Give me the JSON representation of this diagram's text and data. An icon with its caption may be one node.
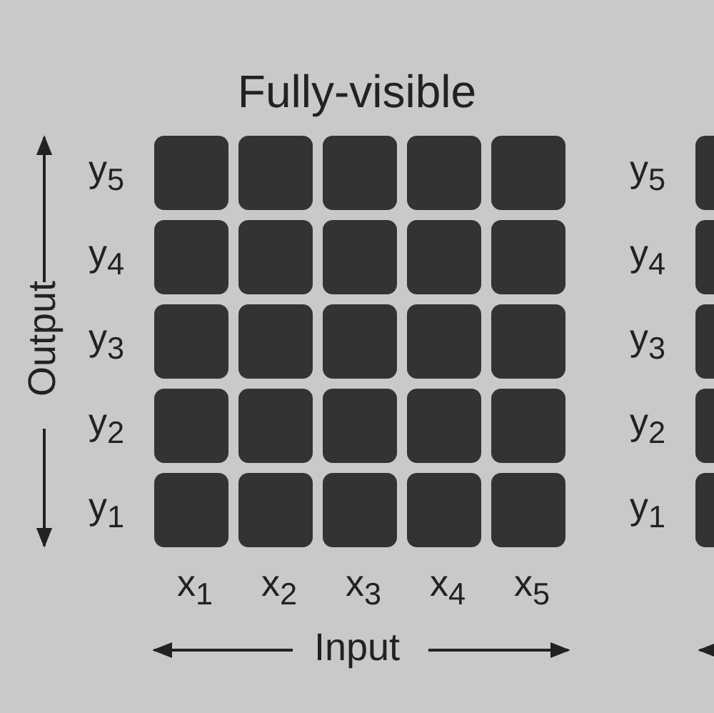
{
  "diagram": {
    "title": "Fully-visible",
    "labels": [
      "Output",
      "y$_{5}$",
      "y$_{4}$",
      "y$_{3}$",
      "y$_{2}$",
      "y$_{1}$",
      "x$_{1}$",
      "x$_{2}$",
      "x$_{3}$",
      "x$_{4}$",
      "x$_{5}$",
      "Input",
      "y$_{5}$",
      "y$_{4}$",
      "y$_{3}$",
      "y$_{2}$",
      "y$_{1}$"
    ]
  }
}
